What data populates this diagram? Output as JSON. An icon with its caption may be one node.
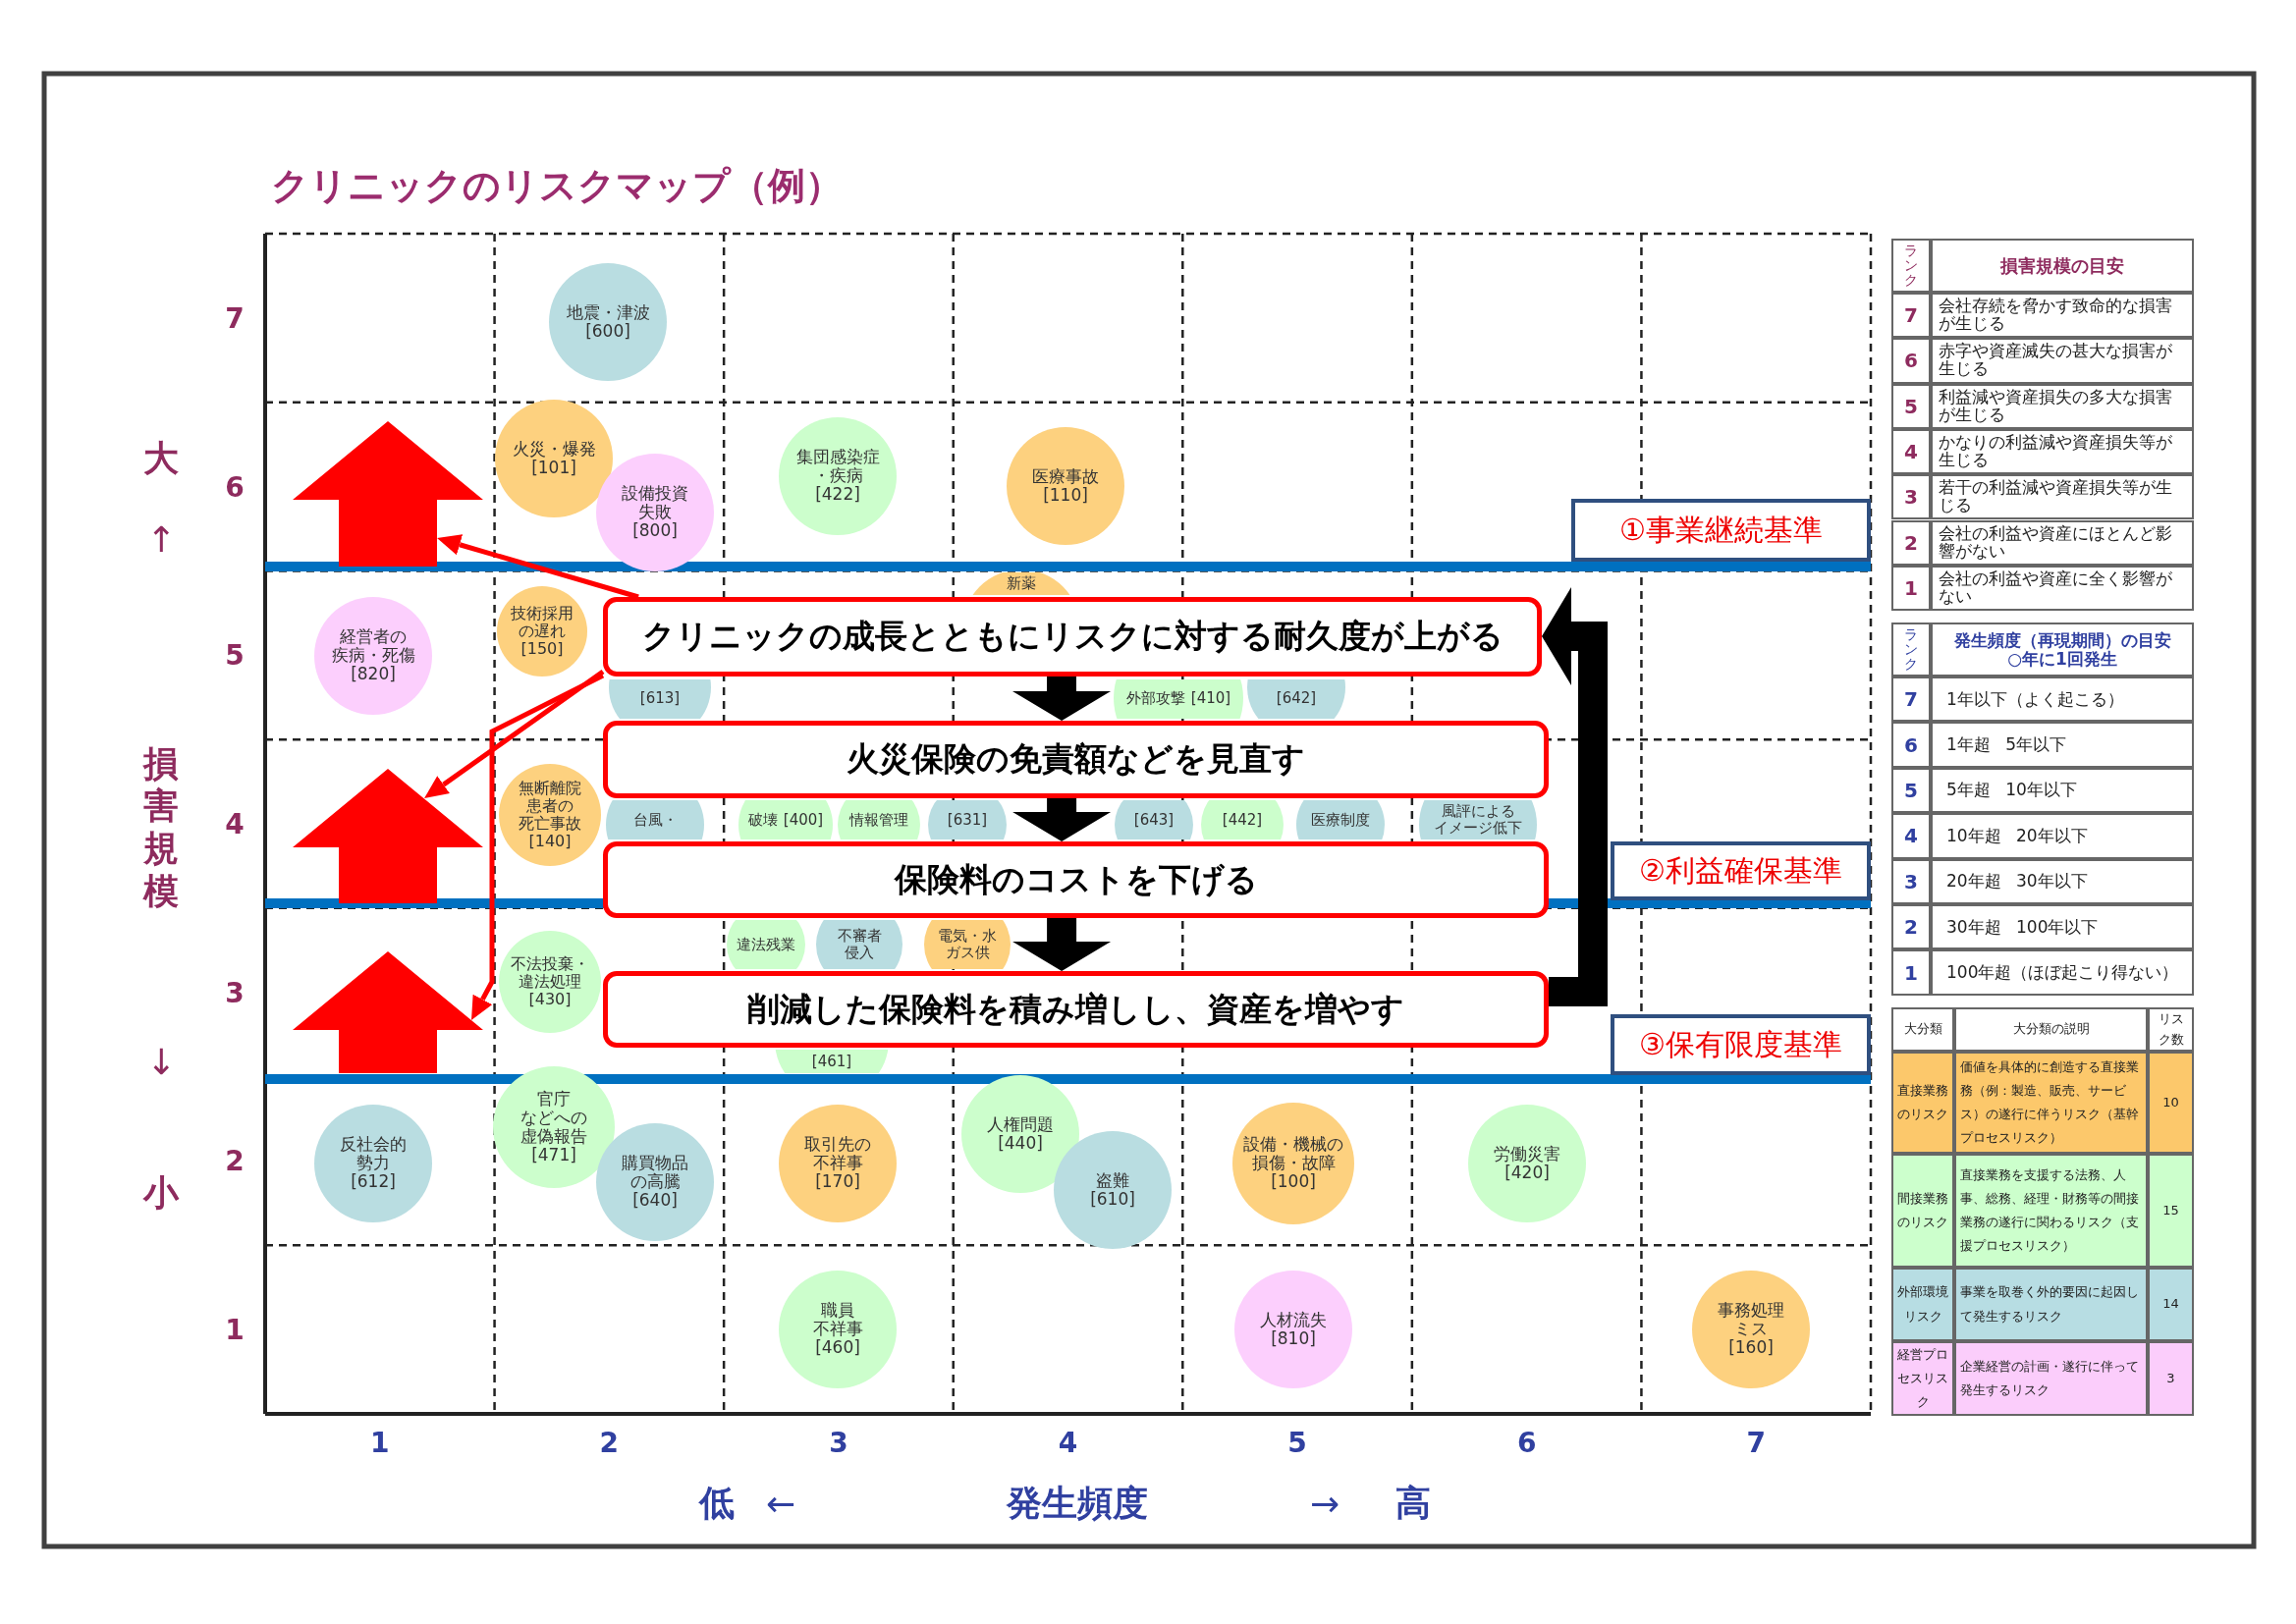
{
  "diagram": {
    "title": "クリニックのリスクマップ（例）",
    "nodes": [
      {
        "text": [
          "クリニックの成長とともにリスクに対する耐久度が上がる"
        ]
      },
      {
        "text": [
          "火災保険の免責額などを見直す"
        ]
      },
      {
        "text": [
          "保険料のコストを下げる"
        ]
      },
      {
        "text": [
          "削減した保険料を積み増しし、資産を増やす"
        ]
      },
      {
        "text": [
          "①事業継続基準"
        ]
      },
      {
        "text": [
          "②利益確保基準"
        ]
      },
      {
        "text": [
          "③保有限度基準"
        ]
      },
      {
        "text": [],
        "shape": "arrow"
      },
      {
        "text": [],
        "shape": "arrow"
      },
      {
        "text": [],
        "shape": "arrow"
      },
      {
        "text": [
          "地震・津波",
          "[600]"
        ]
      },
      {
        "text": [
          "火災・爆発",
          "[101]"
        ]
      },
      {
        "text": [
          "設備投資失敗",
          "[800]"
        ]
      },
      {
        "text": [
          "集団感染症・疾病",
          "[422]"
        ]
      },
      {
        "text": [
          "医療事故",
          "[110]"
        ]
      },
      {
        "text": [
          "経営者の疾病・死傷",
          "[820]"
        ]
      },
      {
        "text": [
          "技術採用の遅れ",
          "[150]"
        ]
      },
      {
        "text": [
          "[613]"
        ]
      },
      {
        "text": [
          "新薬"
        ]
      },
      {
        "text": [
          "外部攻撃",
          "[410]"
        ]
      },
      {
        "text": [
          "[642]"
        ]
      },
      {
        "text": [
          "無断離院患者の死亡事故",
          "[140]"
        ]
      },
      {
        "text": [
          "台風・"
        ]
      },
      {
        "text": [
          "破壊",
          "[400]"
        ]
      },
      {
        "text": [
          "情報管理"
        ]
      },
      {
        "text": [
          "[631]"
        ]
      },
      {
        "text": [
          "[643]"
        ]
      },
      {
        "text": [
          "[442]"
        ]
      },
      {
        "text": [
          "医療制度"
        ]
      },
      {
        "text": [
          "風評によるイメージ低下"
        ]
      },
      {
        "text": [
          "不法投棄・違法処理",
          "[430]"
        ]
      },
      {
        "text": [
          "違法残業"
        ]
      },
      {
        "text": [
          "不審者侵入"
        ]
      },
      {
        "text": [
          "電気・水ガス供"
        ]
      },
      {
        "text": [
          "[461]"
        ]
      },
      {
        "text": [
          "反社会的勢力",
          "[612]"
        ]
      },
      {
        "text": [
          "官庁などへの虚偽報告",
          "[471]"
        ]
      },
      {
        "text": [
          "購買物品の高騰",
          "[640]"
        ]
      },
      {
        "text": [
          "取引先の不祥事",
          "[170]"
        ]
      },
      {
        "text": [
          "人権問題",
          "[440]"
        ]
      },
      {
        "text": [
          "盗難",
          "[610]"
        ]
      },
      {
        "text": [
          "設備・機械の損傷・故障",
          "[100]"
        ]
      },
      {
        "text": [
          "労働災害",
          "[420]"
        ]
      },
      {
        "text": [
          "職員不祥事",
          "[460]"
        ]
      },
      {
        "text": [
          "人材流失",
          "[810]"
        ]
      },
      {
        "text": [
          "事務処理ミス",
          "[160]"
        ]
      }
    ],
    "edges": [
      {
        "from": 0,
        "to": 1,
        "arrow": "to",
        "style": "thick"
      },
      {
        "from": 1,
        "to": 2,
        "arrow": "to",
        "style": "thick"
      },
      {
        "from": 2,
        "to": 3,
        "arrow": "to",
        "style": "thick"
      },
      {
        "from": 3,
        "to": 0,
        "arrow": "to",
        "style": "thick"
      },
      {
        "from": 0,
        "to": 7,
        "arrow": "to",
        "color": "#ff0000"
      },
      {
        "from": 0,
        "to": 8,
        "arrow": "to",
        "color": "#ff0000"
      },
      {
        "from": 0,
        "to": 9,
        "arrow": "to",
        "color": "#ff0000"
      }
    ],
    "labels": [
      "7",
      "6",
      "5",
      "4",
      "3",
      "2",
      "1",
      "大",
      "↑",
      "損害規模",
      "↓",
      "小",
      "1",
      "2",
      "3",
      "4",
      "5",
      "6",
      "7",
      "低",
      "←",
      "発生頻度",
      "→",
      "高",
      "ランク",
      "損害規模の目安",
      "7",
      "会社存続を脅かす致命的な損害が生じる",
      "6",
      "赤字や資産滅失の甚大な損害が生じる",
      "5",
      "利益減や資産損失の多大な損害が生じる",
      "4",
      "かなりの利益減や資産損失等が生じる",
      "3",
      "若干の利益減や資産損失等が生じる",
      "2",
      "会社の利益や資産にほとんど影響がない",
      "1",
      "会社の利益や資産に全く影響がない",
      "ランク",
      "発生頻度（再現期間）の目安",
      "○年に1回発生",
      "7",
      "1年以下（よく起こる）",
      "6",
      "1年超 5年以下",
      "5",
      "5年超 10年以下",
      "4",
      "10年超 20年以下",
      "3",
      "20年超 30年以下",
      "2",
      "30年超 100年以下",
      "1",
      "100年超（ほぼ起こり得ない）",
      "大分類",
      "大分類の説明",
      "リスク数",
      "直接業務のリスク",
      "価値を具体的に創造する直接業務（例：製造、販売、サービス）の遂行に伴うリスク（基幹プロセスリスク）",
      "10",
      "間接業務のリスク",
      "直接業務を支援する法務、人事、総務、経理・財務等の間接業務の遂行に関わるリスク（支援プロセスリスク）",
      "15",
      "外部環境リスク",
      "事業を取巻く外的要因に起因して発生するリスク",
      "14",
      "経営プロセスリスク",
      "企業経営の計画・遂行に伴って発生するリスク",
      "3"
    ]
  }
}
